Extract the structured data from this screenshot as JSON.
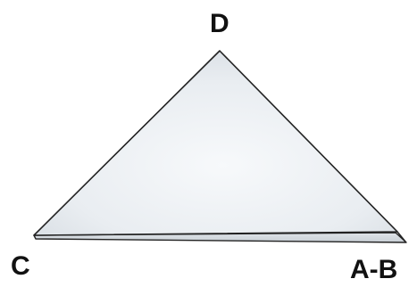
{
  "labels": {
    "top": "D",
    "bottom_left": "C",
    "bottom_right": "A-B"
  },
  "colors": {
    "fill_light": "#f4f6f8",
    "fill_mid": "#e4e8ec",
    "fill_shadow": "#d2d7dc",
    "stroke": "#222222"
  }
}
